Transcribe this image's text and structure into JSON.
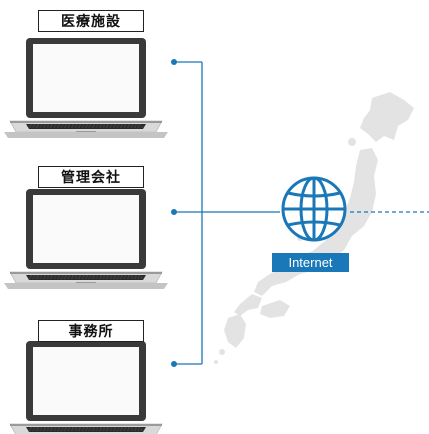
{
  "nodes": [
    {
      "id": "medical",
      "label": "医療施設"
    },
    {
      "id": "management",
      "label": "管理会社"
    },
    {
      "id": "office",
      "label": "事務所"
    }
  ],
  "network": {
    "label": "Internet",
    "icon": "globe-icon"
  },
  "colors": {
    "line": "#1a78b8",
    "map": "#e3e3e3",
    "laptop_frame": "#3a3a3a",
    "laptop_screen": "#fafafa"
  }
}
